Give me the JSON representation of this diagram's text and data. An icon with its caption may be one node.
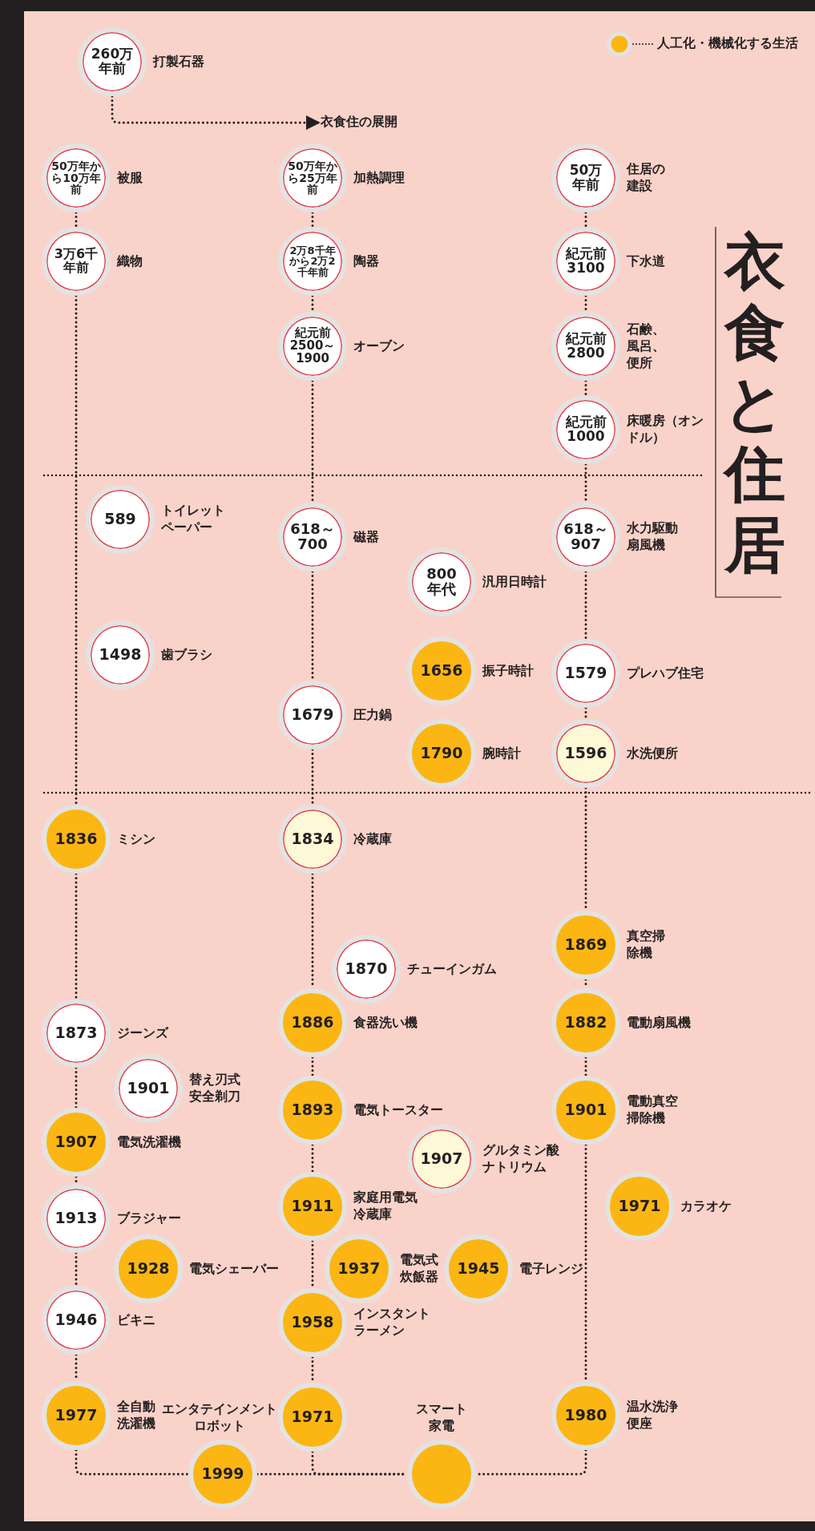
{
  "diagram": {
    "title": "衣食と住居",
    "nodes": [
      {
        "text": [
          "260万年前"
        ],
        "beside": [
          "打製石器"
        ]
      },
      {
        "text": [
          "衣食住の展開"
        ]
      },
      {
        "text": [
          "50万年から10万年前"
        ],
        "beside": [
          "被服"
        ]
      },
      {
        "text": [
          "3万6千年前"
        ],
        "beside": [
          "織物"
        ]
      },
      {
        "text": [
          "50万年から25万年前"
        ],
        "beside": [
          "加熱調理"
        ]
      },
      {
        "text": [
          "2万8千年から2万2千年前"
        ],
        "beside": [
          "陶器"
        ]
      },
      {
        "text": [
          "紀元前2500～1900"
        ],
        "beside": [
          "オーブン"
        ]
      },
      {
        "text": [
          "50万年前"
        ],
        "beside": [
          "住居の建設"
        ]
      },
      {
        "text": [
          "紀元前3100"
        ],
        "beside": [
          "下水道"
        ]
      },
      {
        "text": [
          "紀元前2800"
        ],
        "beside": [
          "石鹸、風呂、便所"
        ]
      },
      {
        "text": [
          "紀元前1000"
        ],
        "beside": [
          "床暖房（オンドル）"
        ]
      },
      {
        "text": [
          "589"
        ],
        "beside": [
          "トイレットペーパー"
        ]
      },
      {
        "text": [
          "618～700"
        ],
        "beside": [
          "磁器"
        ]
      },
      {
        "text": [
          "618～907"
        ],
        "beside": [
          "水力駆動扇風機"
        ]
      },
      {
        "text": [
          "800年代"
        ],
        "beside": [
          "汎用日時計"
        ]
      },
      {
        "text": [
          "1498"
        ],
        "beside": [
          "歯ブラシ"
        ]
      },
      {
        "text": [
          "1656"
        ],
        "beside": [
          "振子時計"
        ]
      },
      {
        "text": [
          "1579"
        ],
        "beside": [
          "プレハブ住宅"
        ]
      },
      {
        "text": [
          "1679"
        ],
        "beside": [
          "圧力鍋"
        ]
      },
      {
        "text": [
          "1790"
        ],
        "beside": [
          "腕時計"
        ]
      },
      {
        "text": [
          "1596"
        ],
        "beside": [
          "水洗便所"
        ]
      },
      {
        "text": [
          "1836"
        ],
        "beside": [
          "ミシン"
        ]
      },
      {
        "text": [
          "1834"
        ],
        "beside": [
          "冷蔵庫"
        ]
      },
      {
        "text": [
          "1869"
        ],
        "beside": [
          "真空掃除機"
        ]
      },
      {
        "text": [
          "1870"
        ],
        "beside": [
          "チューインガム"
        ]
      },
      {
        "text": [
          "1873"
        ],
        "beside": [
          "ジーンズ"
        ]
      },
      {
        "text": [
          "1886"
        ],
        "beside": [
          "食器洗い機"
        ]
      },
      {
        "text": [
          "1882"
        ],
        "beside": [
          "電動扇風機"
        ]
      },
      {
        "text": [
          "1901"
        ],
        "beside": [
          "替え刃式安全剃刀"
        ]
      },
      {
        "text": [
          "1893"
        ],
        "beside": [
          "電気トースター"
        ]
      },
      {
        "text": [
          "1901"
        ],
        "beside": [
          "電動真空掃除機"
        ]
      },
      {
        "text": [
          "1907"
        ],
        "beside": [
          "電気洗濯機"
        ]
      },
      {
        "text": [
          "1907"
        ],
        "beside": [
          "グルタミン酸ナトリウム"
        ]
      },
      {
        "text": [
          "1911"
        ],
        "beside": [
          "家庭用電気冷蔵庫"
        ]
      },
      {
        "text": [
          "1971"
        ],
        "beside": [
          "カラオケ"
        ]
      },
      {
        "text": [
          "1913"
        ],
        "beside": [
          "ブラジャー"
        ]
      },
      {
        "text": [
          "1928"
        ],
        "beside": [
          "電気シェーバー"
        ]
      },
      {
        "text": [
          "1937"
        ],
        "beside": [
          "電気式炊飯器"
        ]
      },
      {
        "text": [
          "1945"
        ],
        "beside": [
          "電子レンジ"
        ]
      },
      {
        "text": [
          "1946"
        ],
        "beside": [
          "ビキニ"
        ]
      },
      {
        "text": [
          "1958"
        ],
        "beside": [
          "インスタントラーメン"
        ]
      },
      {
        "text": [
          "1977"
        ],
        "beside": [
          "全自動洗濯機"
        ]
      },
      {
        "text": [
          "1971"
        ]
      },
      {
        "text": [
          "1980"
        ],
        "beside": [
          "温水洗浄便座"
        ]
      },
      {
        "text": [
          "1999"
        ],
        "beside": [
          "エンタテインメントロボット"
        ]
      },
      {
        "text": [],
        "shape": "circle",
        "beside": [
          "スマート家電"
        ]
      }
    ],
    "edges": [
      {
        "from": 0,
        "to": 1,
        "arrow": "to"
      },
      {
        "from": 2,
        "to": 3,
        "arrow": "none"
      },
      {
        "from": 3,
        "to": 21,
        "arrow": "none"
      },
      {
        "from": 21,
        "to": 25,
        "arrow": "none"
      },
      {
        "from": 25,
        "to": 31,
        "arrow": "none"
      },
      {
        "from": 31,
        "to": 35,
        "arrow": "none"
      },
      {
        "from": 35,
        "to": 39,
        "arrow": "none"
      },
      {
        "from": 39,
        "to": 41,
        "arrow": "none"
      },
      {
        "from": 41,
        "to": 44,
        "arrow": "none"
      },
      {
        "from": 44,
        "to": 45,
        "arrow": "none"
      },
      {
        "from": 4,
        "to": 5,
        "arrow": "none"
      },
      {
        "from": 5,
        "to": 6,
        "arrow": "none"
      },
      {
        "from": 6,
        "to": 12,
        "arrow": "none"
      },
      {
        "from": 12,
        "to": 18,
        "arrow": "none"
      },
      {
        "from": 18,
        "to": 22,
        "arrow": "none"
      },
      {
        "from": 22,
        "to": 26,
        "arrow": "none"
      },
      {
        "from": 26,
        "to": 29,
        "arrow": "none"
      },
      {
        "from": 29,
        "to": 33,
        "arrow": "none"
      },
      {
        "from": 33,
        "to": 40,
        "arrow": "none"
      },
      {
        "from": 40,
        "to": 42,
        "arrow": "none"
      },
      {
        "from": 42,
        "to": 45,
        "arrow": "none"
      },
      {
        "from": 7,
        "to": 8,
        "arrow": "none"
      },
      {
        "from": 8,
        "to": 9,
        "arrow": "none"
      },
      {
        "from": 9,
        "to": 10,
        "arrow": "none"
      },
      {
        "from": 10,
        "to": 13,
        "arrow": "none"
      },
      {
        "from": 13,
        "to": 17,
        "arrow": "none"
      },
      {
        "from": 17,
        "to": 20,
        "arrow": "none"
      },
      {
        "from": 20,
        "to": 23,
        "arrow": "none"
      },
      {
        "from": 23,
        "to": 27,
        "arrow": "none"
      },
      {
        "from": 27,
        "to": 30,
        "arrow": "none"
      },
      {
        "from": 30,
        "to": 43,
        "arrow": "none"
      },
      {
        "from": 43,
        "to": 45,
        "arrow": "none"
      }
    ],
    "legend": [
      {
        "text": "人工化・機械化する生活",
        "color": "#fbb614"
      }
    ]
  }
}
